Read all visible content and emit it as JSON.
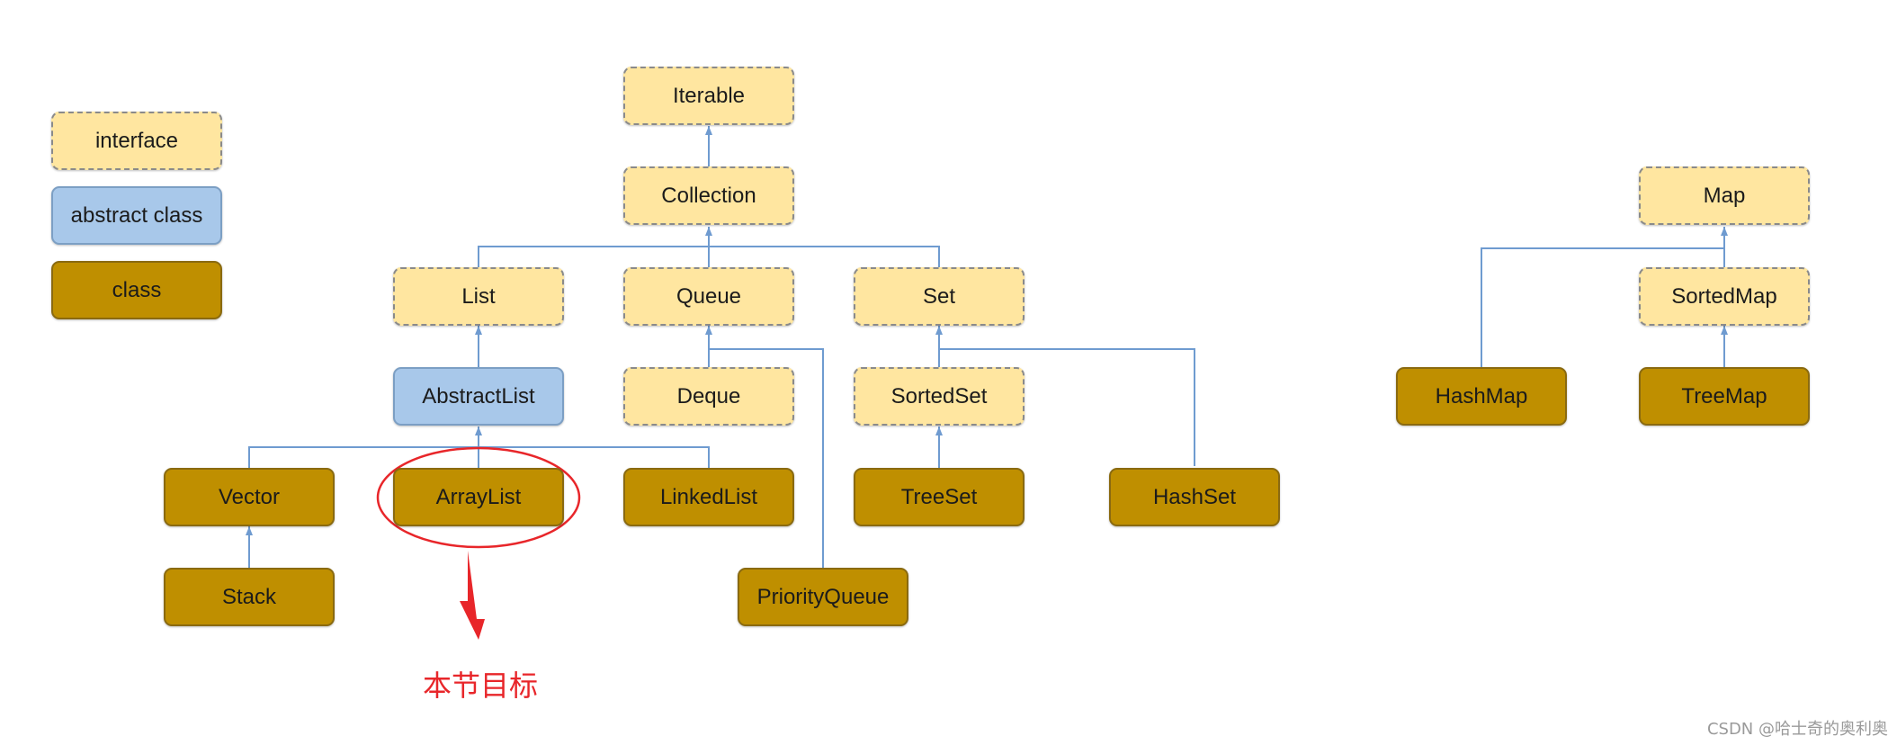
{
  "legend": {
    "interface": "interface",
    "abstract_class": "abstract class",
    "class": "class"
  },
  "nodes": {
    "iterable": "Iterable",
    "collection": "Collection",
    "list": "List",
    "queue": "Queue",
    "set": "Set",
    "abstract_list": "AbstractList",
    "deque": "Deque",
    "sorted_set": "SortedSet",
    "vector": "Vector",
    "array_list": "ArrayList",
    "linked_list": "LinkedList",
    "tree_set": "TreeSet",
    "hash_set": "HashSet",
    "stack": "Stack",
    "priority_queue": "PriorityQueue",
    "map": "Map",
    "sorted_map": "SortedMap",
    "hash_map": "HashMap",
    "tree_map": "TreeMap"
  },
  "annotation": {
    "label": "本节目标",
    "color": "#e8262a"
  },
  "watermark": "CSDN @哈士奇的奥利奥",
  "colors": {
    "interface": "#ffe6a0",
    "abstract_class": "#a8c8ea",
    "class": "#bf8f00",
    "connector": "#6f9bd0"
  }
}
